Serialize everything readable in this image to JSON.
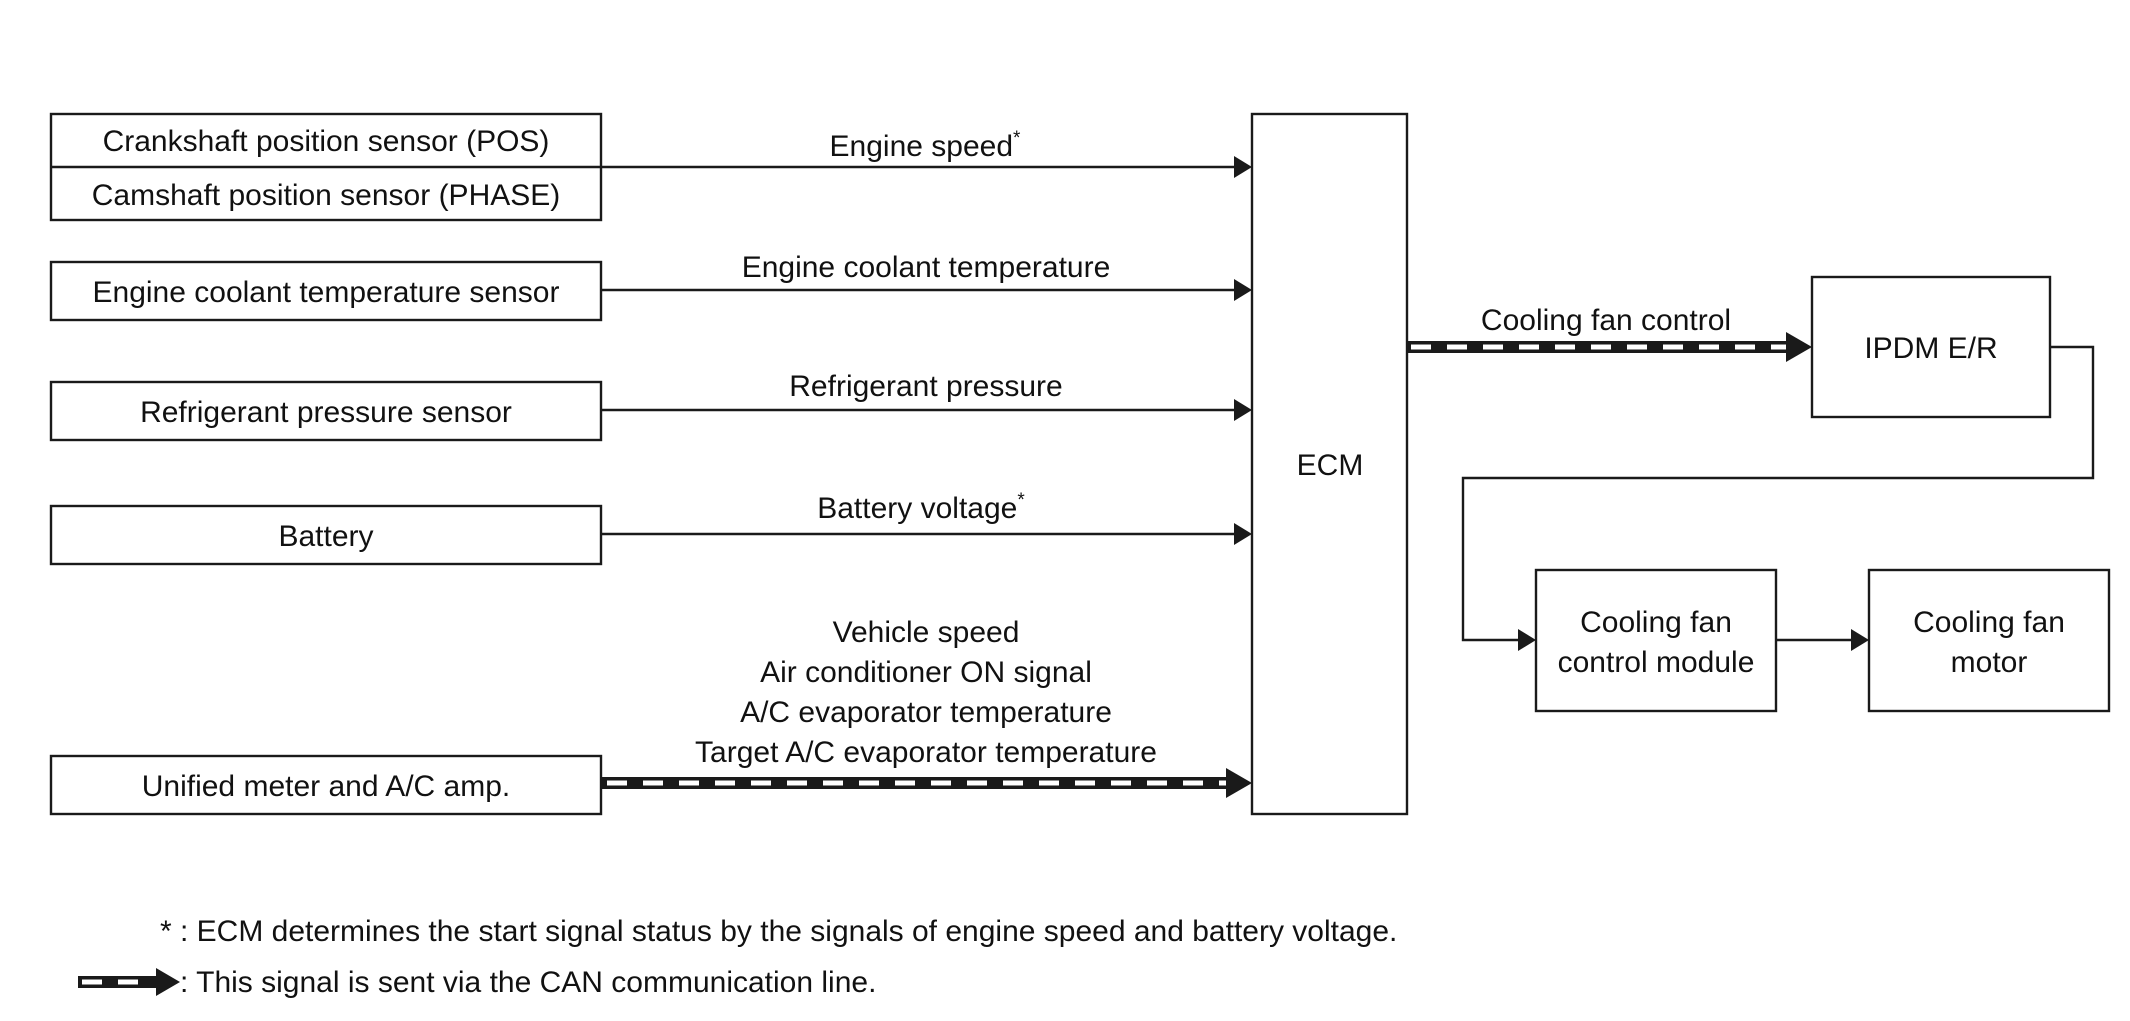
{
  "blocks": {
    "crankshaft_sensor": "Crankshaft position sensor (POS)",
    "camshaft_sensor": "Camshaft position sensor (PHASE)",
    "coolant_sensor": "Engine coolant temperature sensor",
    "refrigerant_sensor": "Refrigerant pressure sensor",
    "battery": "Battery",
    "unified_meter": "Unified meter and A/C amp.",
    "ecm": "ECM",
    "ipdm": "IPDM E/R",
    "fan_module_line1": "Cooling fan",
    "fan_module_line2": "control module",
    "fan_motor_line1": "Cooling fan",
    "fan_motor_line2": "motor"
  },
  "signals": {
    "engine_speed": "Engine speed",
    "engine_speed_mark": "*",
    "coolant_temp": "Engine coolant temperature",
    "refrigerant_pressure": "Refrigerant pressure",
    "battery_voltage": "Battery voltage",
    "battery_voltage_mark": "*",
    "can_signals": [
      "Vehicle speed",
      "Air conditioner ON signal",
      "A/C evaporator temperature",
      "Target A/C evaporator temperature"
    ],
    "cooling_fan_control": "Cooling fan control"
  },
  "legend": {
    "asterisk_symbol": "*",
    "asterisk_note": ": ECM determines the start signal status by the signals of engine speed and battery voltage.",
    "can_note": ": This signal is sent via the CAN communication line."
  }
}
